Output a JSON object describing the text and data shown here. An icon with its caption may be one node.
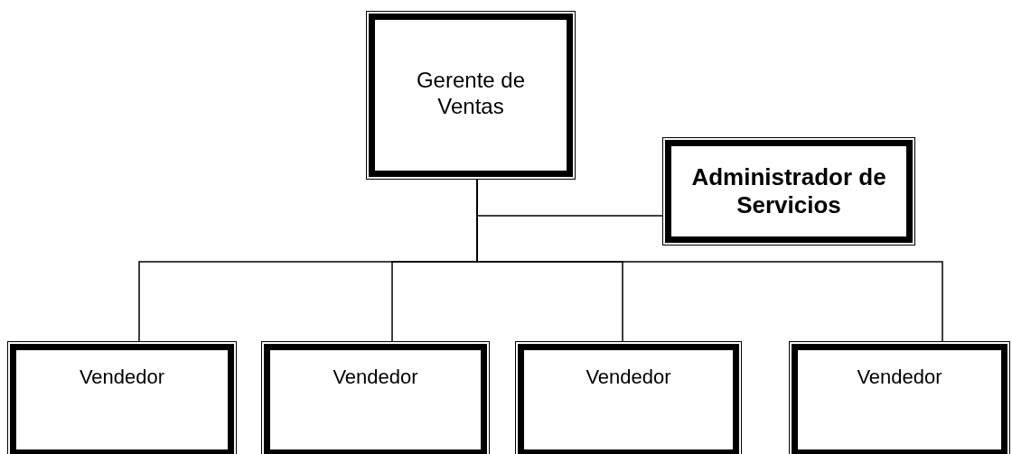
{
  "diagram": {
    "nodes": [
      {
        "text": [
          "Gerente de Ventas"
        ]
      },
      {
        "text": [
          "Administrador de Servicios"
        ]
      },
      {
        "text": [
          "Vendedor"
        ]
      },
      {
        "text": [
          "Vendedor"
        ]
      },
      {
        "text": [
          "Vendedor"
        ]
      },
      {
        "text": [
          "Vendedor"
        ]
      }
    ],
    "edges": [
      {
        "from": 0,
        "to": 1,
        "arrow": "none"
      },
      {
        "from": 0,
        "to": 2,
        "arrow": "none"
      },
      {
        "from": 0,
        "to": 3,
        "arrow": "none"
      },
      {
        "from": 0,
        "to": 4,
        "arrow": "none"
      },
      {
        "from": 0,
        "to": 5,
        "arrow": "none"
      }
    ]
  }
}
